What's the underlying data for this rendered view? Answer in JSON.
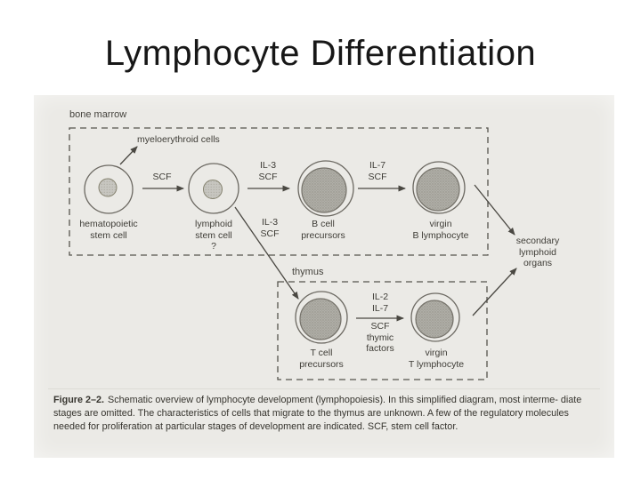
{
  "slide": {
    "title": "Lymphocyte Differentiation"
  },
  "diagram": {
    "regions": {
      "bone_marrow": "bone marrow",
      "thymus": "thymus"
    },
    "nodes": {
      "myeloerythroid": "myeloerythroid cells",
      "hematopoietic_stem_cell": "hematopoietic\nstem cell",
      "lymphoid_stem_cell": "lymphoid\nstem cell\n?",
      "b_cell_precursors": "B cell\nprecursors",
      "virgin_b_lymphocyte": "virgin\nB lymphocyte",
      "t_cell_precursors": "T cell\nprecursors",
      "virgin_t_lymphocyte": "virgin\nT lymphocyte",
      "secondary_lymphoid_organs": "secondary\nlymphoid\norgans"
    },
    "factors": {
      "scf": "SCF",
      "il3_scf_top": "IL-3\nSCF",
      "il3_scf_diagonal": "IL-3\nSCF",
      "il7_scf": "IL-7\nSCF",
      "il2_il7": "IL-2\nIL-7",
      "scf_thymic_factors": "SCF\nthymic\nfactors"
    }
  },
  "caption": {
    "label": "Figure 2–2.",
    "line1": "Schematic overview of lymphocyte development (lymphopoiesis). In this simplified diagram, most interme-",
    "line2": "diate stages are omitted. The characteristics of cells that migrate to the thymus are unknown. A few of the regulatory",
    "line3": "molecules needed for proliferation at particular stages of development are indicated. SCF, stem cell factor."
  },
  "colors": {
    "scan_background": "#ebeae6",
    "line": "#4a4842",
    "text": "#3e3c36",
    "nucleus_dark": "#b0afa8",
    "nucleus_light": "#c7c6c0",
    "title_text": "#171717"
  }
}
